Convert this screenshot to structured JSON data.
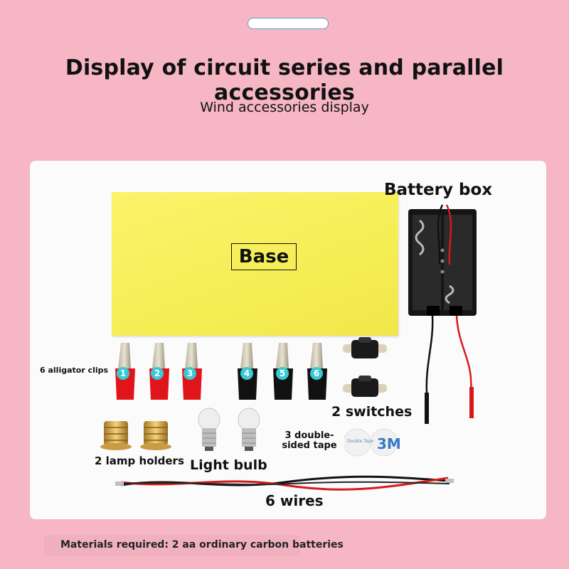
{
  "page": {
    "title": "Display of circuit series and parallel accessories",
    "subtitle": "Wind accessories display"
  },
  "items": {
    "base": "Base",
    "battery_box": "Battery box",
    "alligator_clips": "6 alligator clips",
    "switches": "2 switches",
    "tape": "3 double-sided tape",
    "lamp_holders": "2 lamp holders",
    "light_bulb": "Light bulb",
    "wires": "6 wires"
  },
  "clip_numbers": [
    "1",
    "2",
    "3",
    "4",
    "5",
    "6"
  ],
  "tape_print": [
    "Double Tape",
    "3M"
  ],
  "footer": "Materials required: 2 aa ordinary carbon batteries",
  "colors": {
    "background": "#f6b6c4",
    "base_foam": "#f5ee55",
    "clip_red": "#e0151b",
    "clip_black": "#111111",
    "number_badge": "#38c9d6"
  }
}
